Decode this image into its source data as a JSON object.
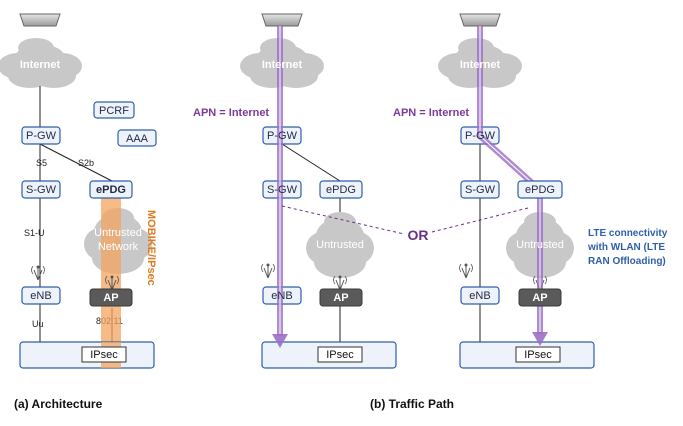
{
  "captions": {
    "architecture": "(a) Architecture",
    "traffic": "(b) Traffic Path"
  },
  "clouds": {
    "internet": "Internet",
    "untrusted": "Untrusted",
    "untrusted_network_line1": "Untrusted",
    "untrusted_network_line2": "Network"
  },
  "nodes": {
    "pcrf": "PCRF",
    "aaa": "AAA",
    "pgw": "P-GW",
    "sgw": "S-GW",
    "epdg": "ePDG",
    "enb": "eNB",
    "ap": "AP",
    "ipsec": "IPsec"
  },
  "interfaces": {
    "s5": "S5",
    "s2b": "S2b",
    "s1u": "S1-U",
    "uu": "Uu",
    "wifi": "802.11"
  },
  "labels": {
    "mobike": "MOBIKE/IPsec",
    "apn": "APN = Internet",
    "or": "OR",
    "note_line1": "LTE connectivity",
    "note_line2": "with WLAN (LTE",
    "note_line3": "RAN Offloading)"
  },
  "colors": {
    "path_purple": "#9b6fc7",
    "tunnel_orange": "#f4a460",
    "node_border": "#2f5fa8"
  }
}
